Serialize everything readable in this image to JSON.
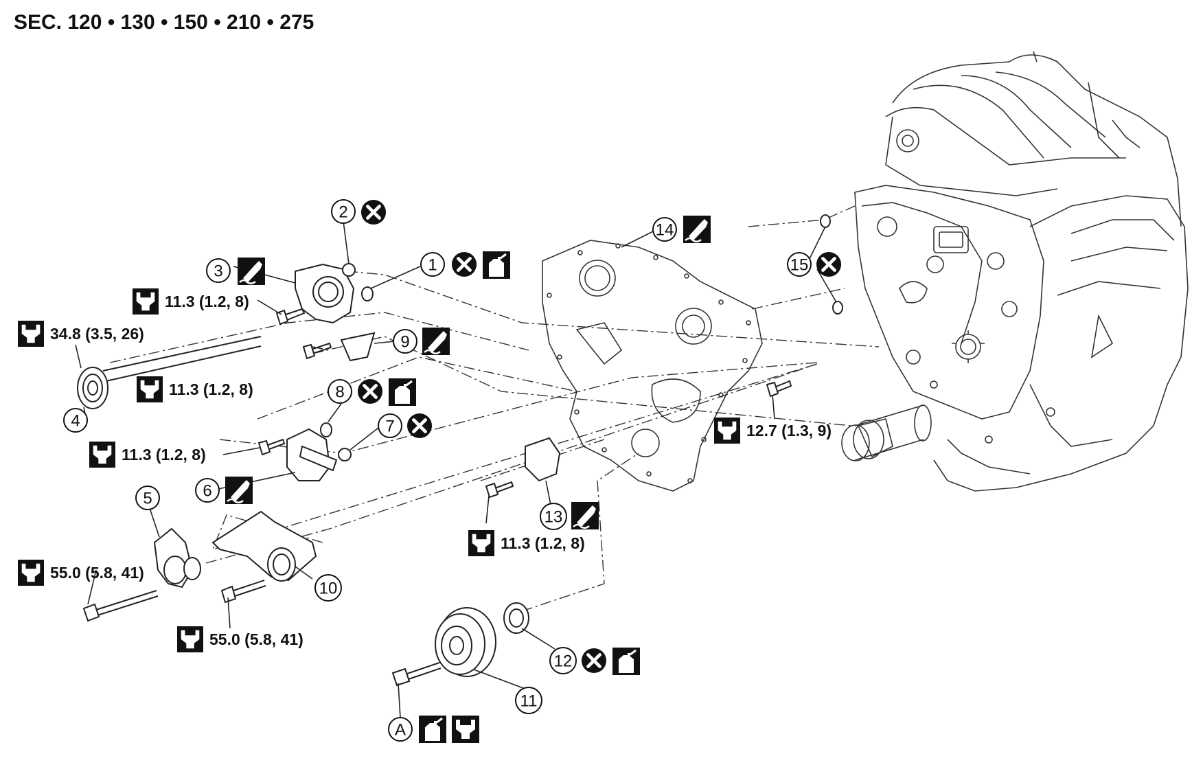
{
  "section_label": "SEC. 120 • 130 • 150 • 210 • 275",
  "torques": {
    "t1": "11.3 (1.2, 8)",
    "t2": "34.8 (3.5, 26)",
    "t3": "11.3 (1.2, 8)",
    "t4": "11.3 (1.2, 8)",
    "t5": "55.0 (5.8, 41)",
    "t6": "55.0 (5.8, 41)",
    "t7": "12.7 (1.3, 9)",
    "t8": "11.3 (1.2, 8)"
  },
  "callouts": {
    "c1": "1",
    "c2": "2",
    "c3": "3",
    "c4": "4",
    "c5": "5",
    "c6": "6",
    "c7": "7",
    "c8": "8",
    "c9": "9",
    "c10": "10",
    "c11": "11",
    "c12": "12",
    "c13": "13",
    "c14": "14",
    "c15": "15",
    "cA": "A"
  },
  "icons": {
    "replace": "do-not-reuse-icon",
    "engine_oil": "apply-engine-oil-icon",
    "sealant": "liquid-gasket-icon",
    "torque": "tightening-torque-icon"
  },
  "colors": {
    "ink": "#111111",
    "background": "#ffffff"
  }
}
